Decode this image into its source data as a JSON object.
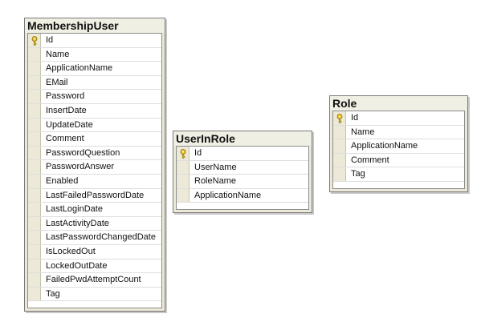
{
  "tables": [
    {
      "title": "MembershipUser",
      "columns": [
        {
          "name": "Id",
          "primary_key": true
        },
        {
          "name": "Name"
        },
        {
          "name": "ApplicationName"
        },
        {
          "name": "EMail"
        },
        {
          "name": "Password"
        },
        {
          "name": "InsertDate"
        },
        {
          "name": "UpdateDate"
        },
        {
          "name": "Comment"
        },
        {
          "name": "PasswordQuestion"
        },
        {
          "name": "PasswordAnswer"
        },
        {
          "name": "Enabled"
        },
        {
          "name": "LastFailedPasswordDate"
        },
        {
          "name": "LastLoginDate"
        },
        {
          "name": "LastActivityDate"
        },
        {
          "name": "LastPasswordChangedDate"
        },
        {
          "name": "IsLockedOut"
        },
        {
          "name": "LockedOutDate"
        },
        {
          "name": "FailedPwdAttemptCount"
        },
        {
          "name": "Tag"
        }
      ]
    },
    {
      "title": "UserInRole",
      "columns": [
        {
          "name": "Id",
          "primary_key": true
        },
        {
          "name": "UserName"
        },
        {
          "name": "RoleName"
        },
        {
          "name": "ApplicationName"
        }
      ]
    },
    {
      "title": "Role",
      "columns": [
        {
          "name": "Id",
          "primary_key": true
        },
        {
          "name": "Name"
        },
        {
          "name": "ApplicationName"
        },
        {
          "name": "Comment"
        },
        {
          "name": "Tag"
        }
      ]
    }
  ],
  "colors": {
    "title_bar": "#f0efe4",
    "row_header": "#ece9d8",
    "key_icon": "#e8c020"
  }
}
